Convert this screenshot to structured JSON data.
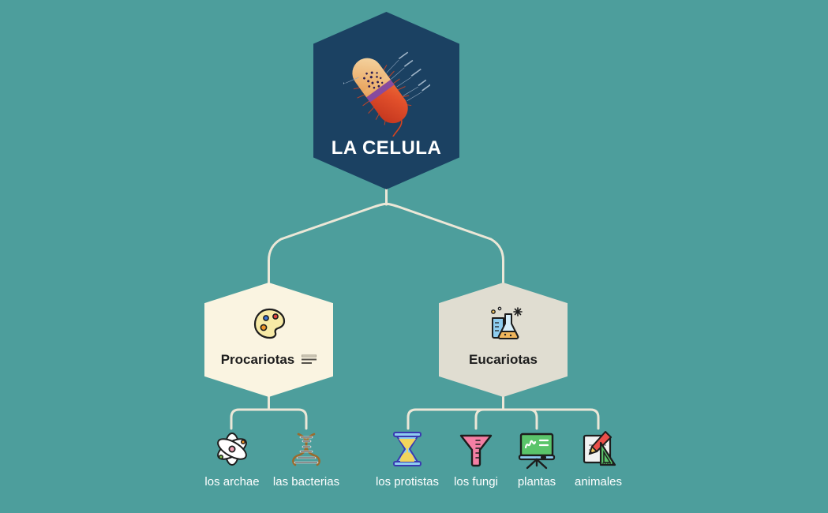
{
  "canvas": {
    "background_color": "#4d9e9c",
    "connector_color": "#ece7d7"
  },
  "root": {
    "title": "LA CELULA",
    "icon": "bacterium-cell-diagram-icon",
    "fill_color": "#1b4162",
    "text_color": "#ffffff"
  },
  "branches": [
    {
      "label": "Procariotas",
      "icon": "paint-palette-icon",
      "note_icon": "text-lines-icon",
      "fill_color": "#faf4e1",
      "has_note_icon": true
    },
    {
      "label": "Eucariotas",
      "icon": "lab-flasks-icon",
      "fill_color": "#e0ddd1",
      "has_note_icon": false
    }
  ],
  "leaves": {
    "procariotas": [
      {
        "label": "los archae",
        "icon": "atom-icon"
      },
      {
        "label": "las bacterias",
        "icon": "dna-helix-icon"
      }
    ],
    "eucariotas": [
      {
        "label": "los protistas",
        "icon": "hourglass-icon"
      },
      {
        "label": "los fungi",
        "icon": "funnel-icon"
      },
      {
        "label": "plantas",
        "icon": "chalkboard-easel-icon"
      },
      {
        "label": "animales",
        "icon": "paper-pencil-ruler-icon"
      }
    ]
  }
}
